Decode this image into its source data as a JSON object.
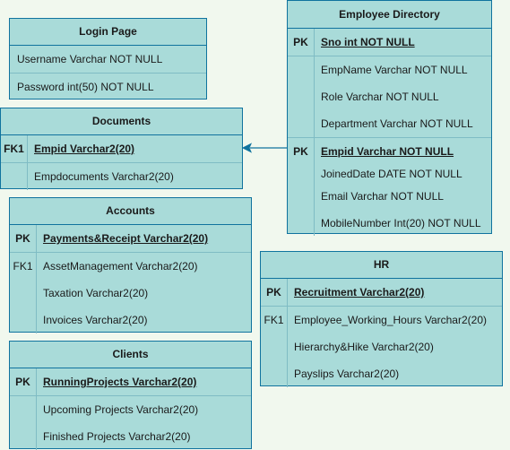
{
  "tables": {
    "login": {
      "title": "Login Page",
      "rows": [
        {
          "key": "",
          "text": "Username Varchar NOT NULL"
        },
        {
          "key": "",
          "text": "Password int(50) NOT NULL"
        }
      ]
    },
    "employee": {
      "title": "Employee Directory",
      "rows": [
        {
          "key": "PK",
          "text": "Sno int NOT NULL"
        },
        {
          "key": "",
          "text": "EmpName Varchar NOT NULL"
        },
        {
          "key": "",
          "text": "Role Varchar NOT NULL"
        },
        {
          "key": "",
          "text": "Department Varchar NOT NULL"
        },
        {
          "key": "PK",
          "text": "Empid Varchar NOT NULL"
        },
        {
          "key": "",
          "text": "JoinedDate DATE NOT NULL"
        },
        {
          "key": "",
          "text": "Email Varchar NOT NULL"
        },
        {
          "key": "",
          "text": "MobileNumber Int(20) NOT NULL"
        }
      ]
    },
    "documents": {
      "title": "Documents",
      "rows": [
        {
          "key": "FK1",
          "text": "Empid Varchar2(20)"
        },
        {
          "key": "",
          "text": "Empdocuments Varchar2(20)"
        }
      ]
    },
    "accounts": {
      "title": "Accounts",
      "rows": [
        {
          "key": "PK",
          "text": "Payments&Receipt  Varchar2(20)"
        },
        {
          "key": "FK1",
          "text": "AssetManagement Varchar2(20)"
        },
        {
          "key": "",
          "text": "Taxation Varchar2(20)"
        },
        {
          "key": "",
          "text": "Invoices Varchar2(20)"
        }
      ]
    },
    "hr": {
      "title": "HR",
      "rows": [
        {
          "key": "PK",
          "text": "Recruitment  Varchar2(20)"
        },
        {
          "key": "FK1",
          "text": "Employee_Working_Hours Varchar2(20)"
        },
        {
          "key": "",
          "text": "Hierarchy&Hike Varchar2(20)"
        },
        {
          "key": "",
          "text": "Payslips Varchar2(20)"
        }
      ]
    },
    "clients": {
      "title": "Clients",
      "rows": [
        {
          "key": "PK",
          "text": "RunningProjects  Varchar2(20)"
        },
        {
          "key": "",
          "text": "Upcoming Projects Varchar2(20)"
        },
        {
          "key": "",
          "text": "Finished Projects Varchar2(20)"
        }
      ]
    }
  },
  "colors": {
    "fill": "#a9dbd9",
    "stroke": "#10739e",
    "background": "#f1f8ee"
  }
}
